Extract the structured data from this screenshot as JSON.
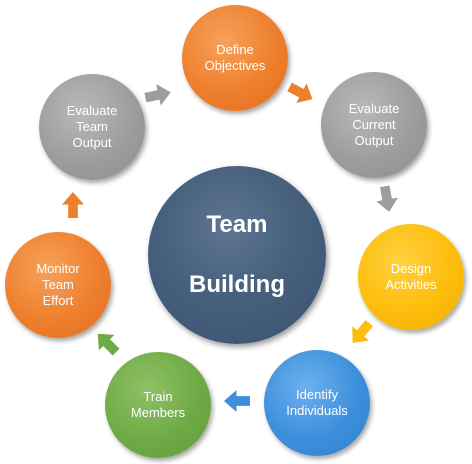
{
  "center": {
    "line1": "Team",
    "line2": "Building",
    "color": "#46607d"
  },
  "nodes": [
    {
      "id": "define",
      "label": "Define\nObjectives",
      "color": "#ee7f2d"
    },
    {
      "id": "evalcur",
      "label": "Evaluate\nCurrent\nOutput",
      "color": "#9d9d9d"
    },
    {
      "id": "design",
      "label": "Design\nActivities",
      "color": "#fdbd0c"
    },
    {
      "id": "identify",
      "label": "Identify\nIndividuals",
      "color": "#3d8fdc"
    },
    {
      "id": "train",
      "label": "Train\nMembers",
      "color": "#6eab45"
    },
    {
      "id": "monitor",
      "label": "Monitor\nTeam\nEffort",
      "color": "#ee7f2d"
    },
    {
      "id": "evalteam",
      "label": "Evaluate\nTeam\nOutput",
      "color": "#9d9d9d"
    }
  ]
}
